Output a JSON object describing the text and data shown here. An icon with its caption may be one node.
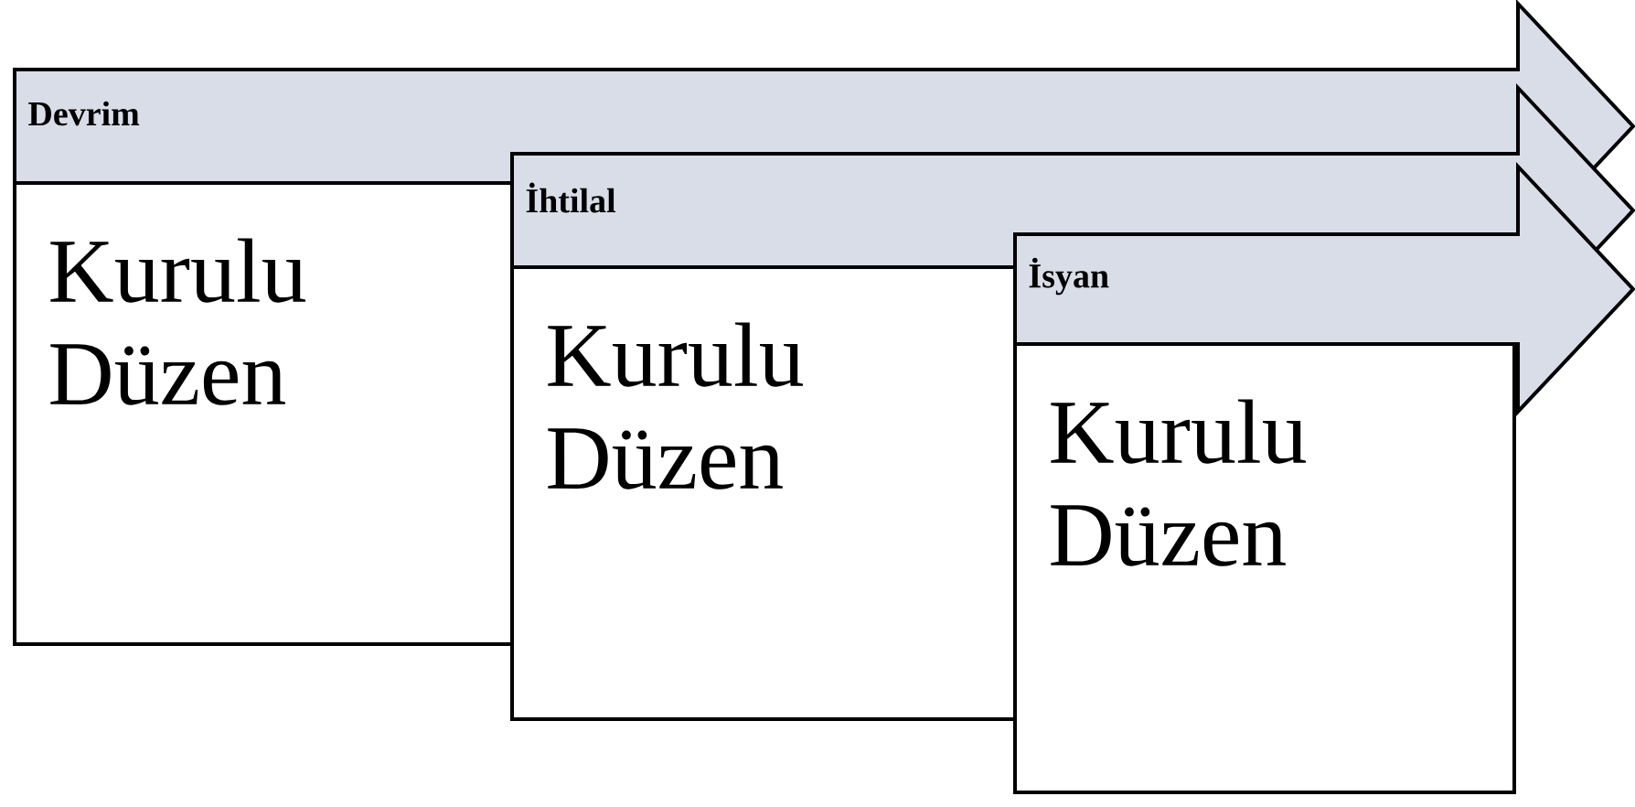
{
  "diagram": {
    "nodes": [
      {
        "text": [
          "Devrim"
        ]
      },
      {
        "text": [
          "Kurulu Düzen"
        ]
      },
      {
        "text": [
          "İhtilal"
        ]
      },
      {
        "text": [
          "Kurulu Düzen"
        ]
      },
      {
        "text": [
          "İsyan"
        ]
      },
      {
        "text": [
          "Kurulu Düzen"
        ]
      }
    ]
  }
}
